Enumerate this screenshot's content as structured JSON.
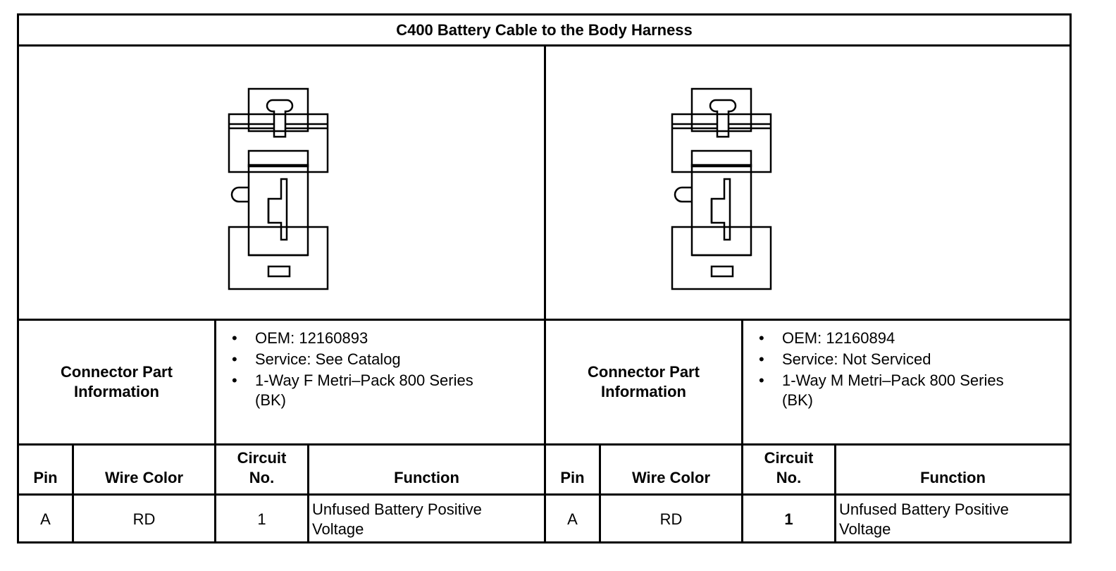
{
  "title": "C400 Battery Cable to the Body Harness",
  "left": {
    "connector_label_line1": "Connector Part",
    "connector_label_line2": "Information",
    "info": {
      "oem": "OEM: 12160893",
      "service": "Service: See Catalog",
      "desc_line1": "1-Way F Metri–Pack 800 Series",
      "desc_line2": "(BK)"
    },
    "headers": {
      "pin": "Pin",
      "wire_color": "Wire Color",
      "circuit_line1": "Circuit",
      "circuit_line2": "No.",
      "function": "Function"
    },
    "row": {
      "pin": "A",
      "wire_color": "RD",
      "circuit": "1",
      "function_line1": "Unfused Battery Positive",
      "function_line2": "Voltage"
    }
  },
  "right": {
    "connector_label_line1": "Connector Part",
    "connector_label_line2": "Information",
    "info": {
      "oem": "OEM: 12160894",
      "service": "Service: Not Serviced",
      "desc_line1": "1-Way M Metri–Pack 800 Series",
      "desc_line2": "(BK)"
    },
    "headers": {
      "pin": "Pin",
      "wire_color": "Wire Color",
      "circuit_line1": "Circuit",
      "circuit_line2": "No.",
      "function": "Function"
    },
    "row": {
      "pin": "A",
      "wire_color": "RD",
      "circuit": "1",
      "function_line1": "Unfused Battery Positive",
      "function_line2": "Voltage"
    }
  },
  "icons": {
    "left_image": "connector-face-icon",
    "right_image": "connector-face-icon"
  }
}
